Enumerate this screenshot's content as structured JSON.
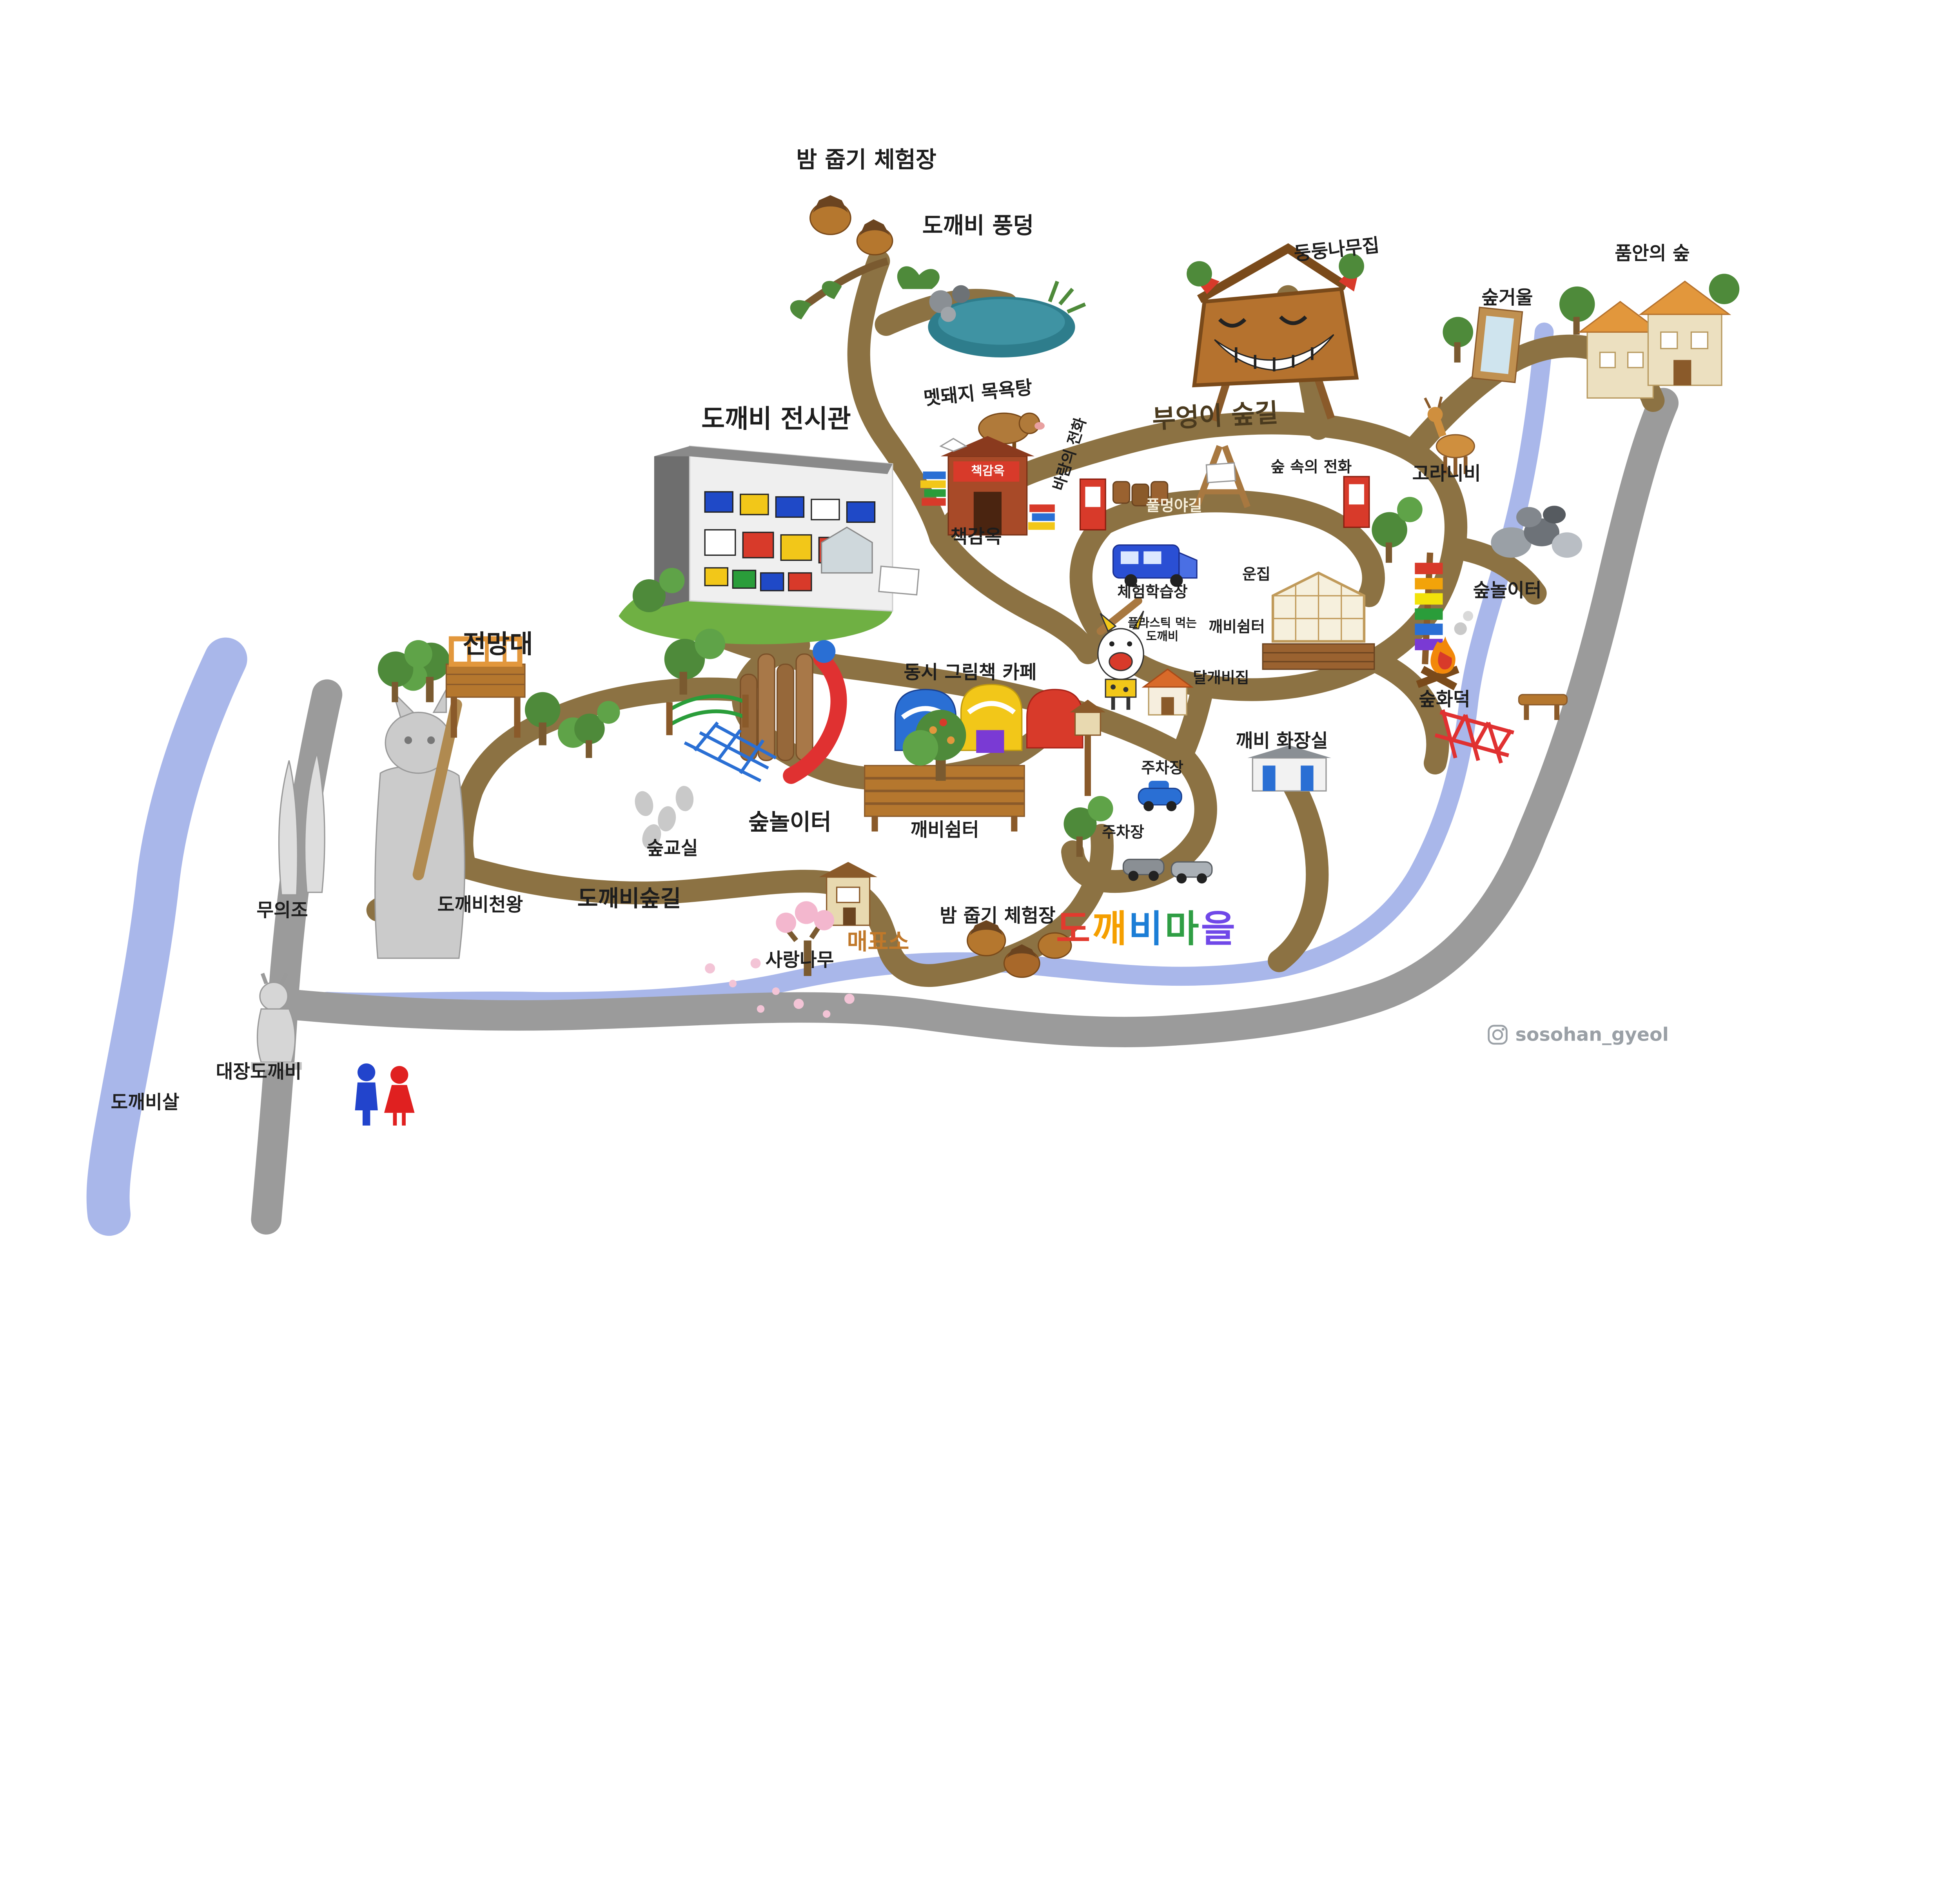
{
  "map": {
    "credit_handle": "sosohan_gyeol",
    "palette": {
      "trail": "#8c7243",
      "road": "#9b9b9b",
      "river": "#a9b7ea",
      "hill": "#6fb043",
      "accent_red": "#d83a2a",
      "accent_yellow": "#f2c719",
      "accent_blue": "#2a6fd4",
      "accent_green": "#2f9e44"
    },
    "title": {
      "full": "도깨비마을",
      "chars": [
        {
          "ch": "도",
          "style": "color:#e23a2e"
        },
        {
          "ch": "깨",
          "style": "color:#f59f00"
        },
        {
          "ch": "비",
          "style": "color:#1c7ed6"
        },
        {
          "ch": "마",
          "style": "color:#2f9e44"
        },
        {
          "ch": "을",
          "style": "color:#7048e8"
        }
      ]
    },
    "labels": [
      {
        "text": "밤 줍기 체험장"
      },
      {
        "text": "도깨비 풍덩"
      },
      {
        "text": "둥둥나무집"
      },
      {
        "text": "품안의 숲"
      },
      {
        "text": "숲거울"
      },
      {
        "text": "멧돼지 목욕탕"
      },
      {
        "text": "도깨비 전시관"
      },
      {
        "text": "부엉이 숲길"
      },
      {
        "text": "바람의 전화"
      },
      {
        "text": "숲 속의 전화"
      },
      {
        "text": "고라니비"
      },
      {
        "text": "책감옥"
      },
      {
        "text": "책감옥"
      },
      {
        "text": "풀멍야길"
      },
      {
        "text": "체험학습장"
      },
      {
        "text": "운집"
      },
      {
        "text": "숲놀이터"
      },
      {
        "text": "플라스틱 먹는\n도깨비"
      },
      {
        "text": "깨비쉼터"
      },
      {
        "text": "달개비집"
      },
      {
        "text": "숲화덕"
      },
      {
        "text": "동시 그림책 카페"
      },
      {
        "text": "전망대"
      },
      {
        "text": "깨비 화장실"
      },
      {
        "text": "주차장"
      },
      {
        "text": "주차장"
      },
      {
        "text": "숲놀이터"
      },
      {
        "text": "깨비쉼터"
      },
      {
        "text": "숲교실"
      },
      {
        "text": "무의조"
      },
      {
        "text": "도깨비천왕"
      },
      {
        "text": "도깨비숲길"
      },
      {
        "text": "매표소"
      },
      {
        "text": "사랑나무"
      },
      {
        "text": "밤 줍기 체험장"
      },
      {
        "text": "대장도깨비"
      },
      {
        "text": "도깨비살"
      }
    ]
  }
}
